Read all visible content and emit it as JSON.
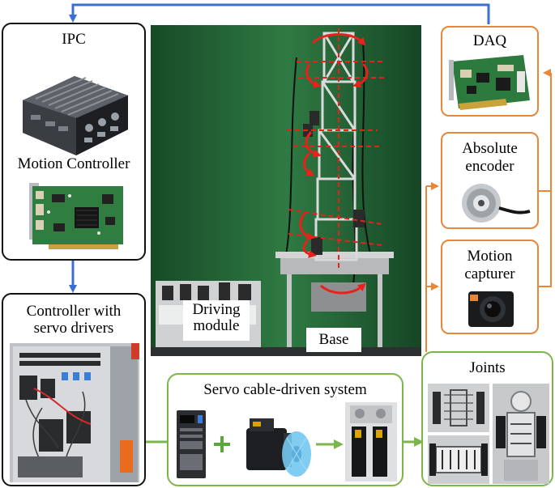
{
  "ipc": {
    "title": "IPC",
    "motion_controller": "Motion Controller"
  },
  "controller_box": {
    "title_line1": "Controller with",
    "title_line2": "servo drivers"
  },
  "photo": {
    "driving_module_line1": "Driving",
    "driving_module_line2": "module",
    "base": "Base"
  },
  "servo_system": {
    "title": "Servo cable-driven system"
  },
  "daq": {
    "title": "DAQ"
  },
  "encoder": {
    "title_line1": "Absolute",
    "title_line2": "encoder"
  },
  "capturer": {
    "title_line1": "Motion",
    "title_line2": "capturer"
  },
  "joints": {
    "title": "Joints"
  },
  "colors": {
    "blue_connector": "#3b6fd1",
    "orange_connector": "#e8873a",
    "green_connector": "#7ab648",
    "rotation_arrow": "#e8211a"
  }
}
